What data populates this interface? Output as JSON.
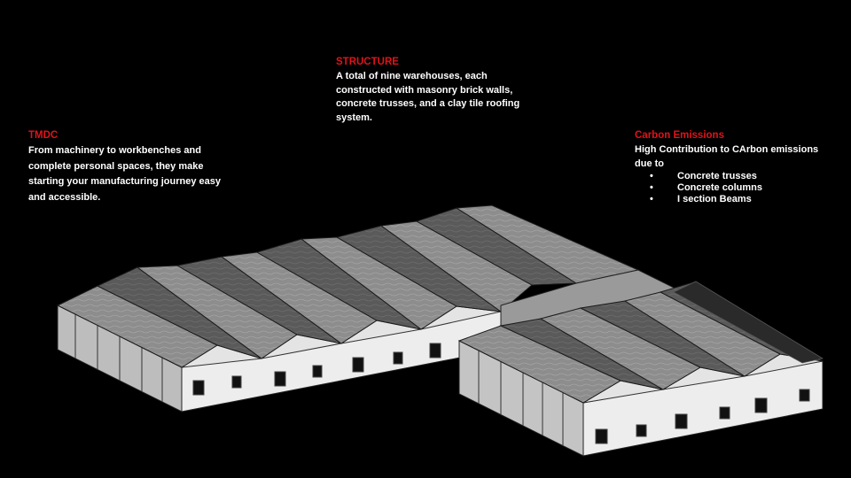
{
  "structure": {
    "heading": "STRUCTURE",
    "lines": [
      "A total of nine warehouses, each",
      "constructed with masonry brick walls,",
      "concrete trusses, and a clay tile roofing",
      "system."
    ]
  },
  "tmdc": {
    "heading": "TMDC",
    "lines": [
      "From machinery to workbenches and",
      "complete personal spaces, they make",
      "starting your manufacturing journey easy",
      "and accessible."
    ]
  },
  "carbon": {
    "heading": "Carbon Emissions",
    "lines": [
      "High Contribution to CArbon emissions",
      "due to"
    ],
    "bullets": [
      "Concrete trusses",
      "Concrete columns",
      "I section Beams"
    ]
  },
  "colors": {
    "background": "#000000",
    "accent": "#e0131b",
    "text": "#ffffff"
  }
}
